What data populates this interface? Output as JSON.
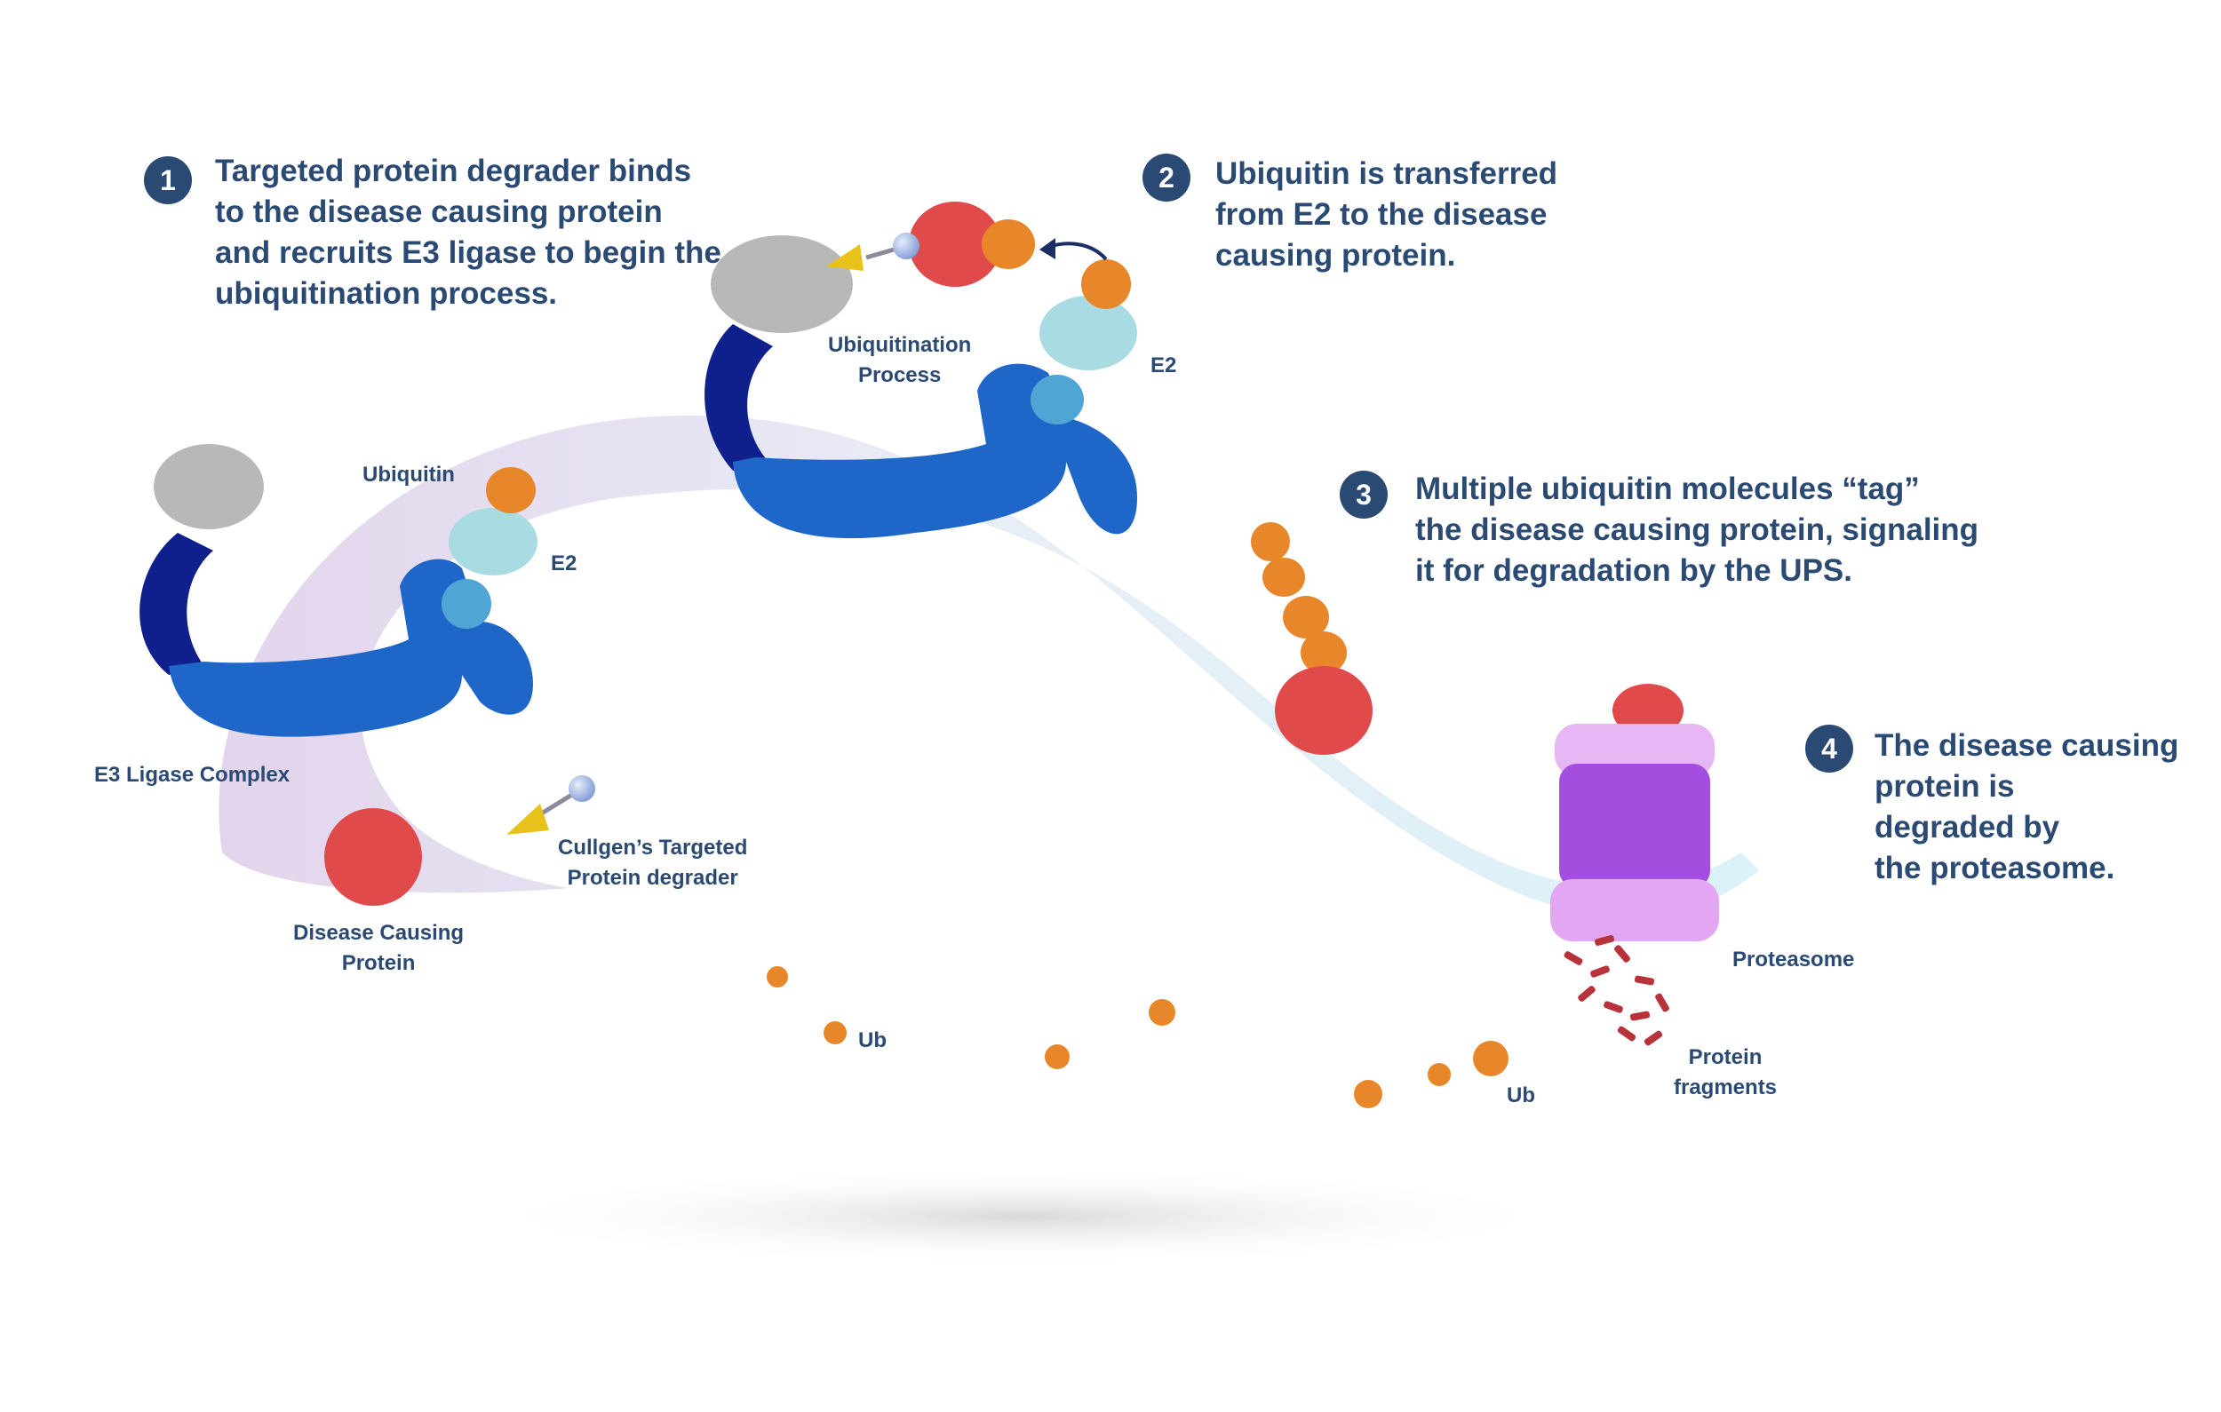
{
  "steps": [
    {
      "num": "1",
      "text": "Targeted protein degrader binds\nto the disease causing protein\nand recruits E3 ligase to begin the\nubiquitination process."
    },
    {
      "num": "2",
      "text": "Ubiquitin is transferred\nfrom E2 to the disease\ncausing protein."
    },
    {
      "num": "3",
      "text": "Multiple ubiquitin molecules “tag”\nthe disease causing protein, signaling\nit for degradation by the UPS."
    },
    {
      "num": "4",
      "text": "The disease causing\nprotein is\ndegraded by\nthe proteasome."
    }
  ],
  "labels": {
    "ubiquitin": "Ubiquitin",
    "e2_left": "E2",
    "e3_ligase": "E3 Ligase Complex",
    "disease_protein": "Disease Causing\nProtein",
    "degrader": "Cullgen’s Targeted\nProtein degrader",
    "ubiquitination": "Ubiquitination\nProcess",
    "e2_top": "E2",
    "proteasome": "Proteasome",
    "fragments": "Protein\nfragments",
    "ub_1": "Ub",
    "ub_2": "Ub"
  },
  "colors": {
    "text": "#2b4a73",
    "e3_blue": "#1f66c9",
    "e3_navy": "#0f1f8c",
    "grey_domain": "#b8b8b8",
    "e2_cyan": "#a9dbe3",
    "ubiquitin_orange": "#e8872a",
    "disease_red": "#e04a4a",
    "proteasome_purple": "#a44ee0",
    "degrader_yellow": "#e8c21a",
    "degrader_ball": "#9bb4e6"
  }
}
